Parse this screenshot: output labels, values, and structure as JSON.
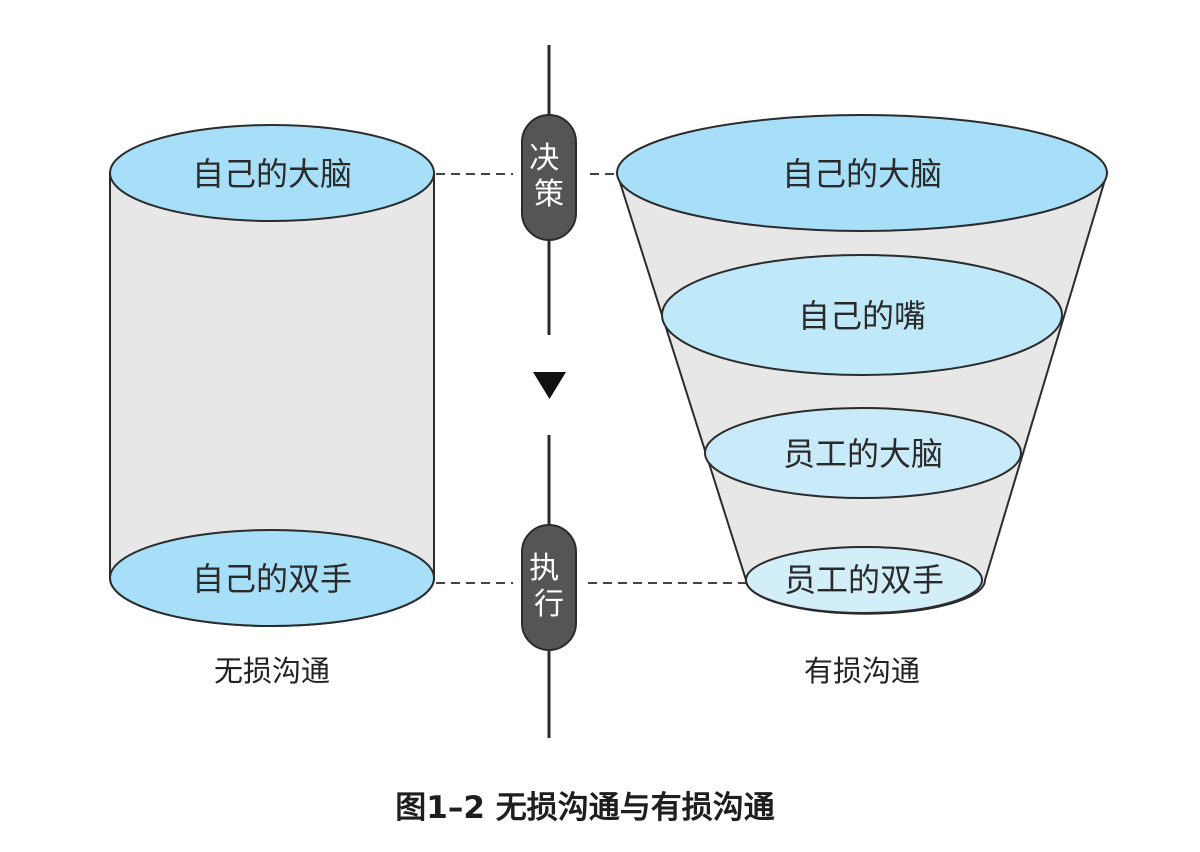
{
  "colors": {
    "ellipse_top": "#a6dff7",
    "ellipse_mid": "#bfe8f8",
    "ellipse_light": "#d2eef9",
    "body_fill": "#e7e7e7",
    "outline": "#2b2b2b",
    "pill_fill": "#555555",
    "line": "#2b2b2b"
  },
  "left_diagram": {
    "top_label": "自己的大脑",
    "bottom_label": "自己的双手",
    "caption": "无损沟通"
  },
  "center_axis": {
    "top_pill": "决策",
    "bottom_pill": "执行",
    "arrow_icon": "down-triangle-icon"
  },
  "right_diagram": {
    "layers": [
      "自己的大脑",
      "自己的嘴",
      "员工的大脑",
      "员工的双手"
    ],
    "caption": "有损沟通"
  },
  "figure_title": "图1–2 无损沟通与有损沟通"
}
